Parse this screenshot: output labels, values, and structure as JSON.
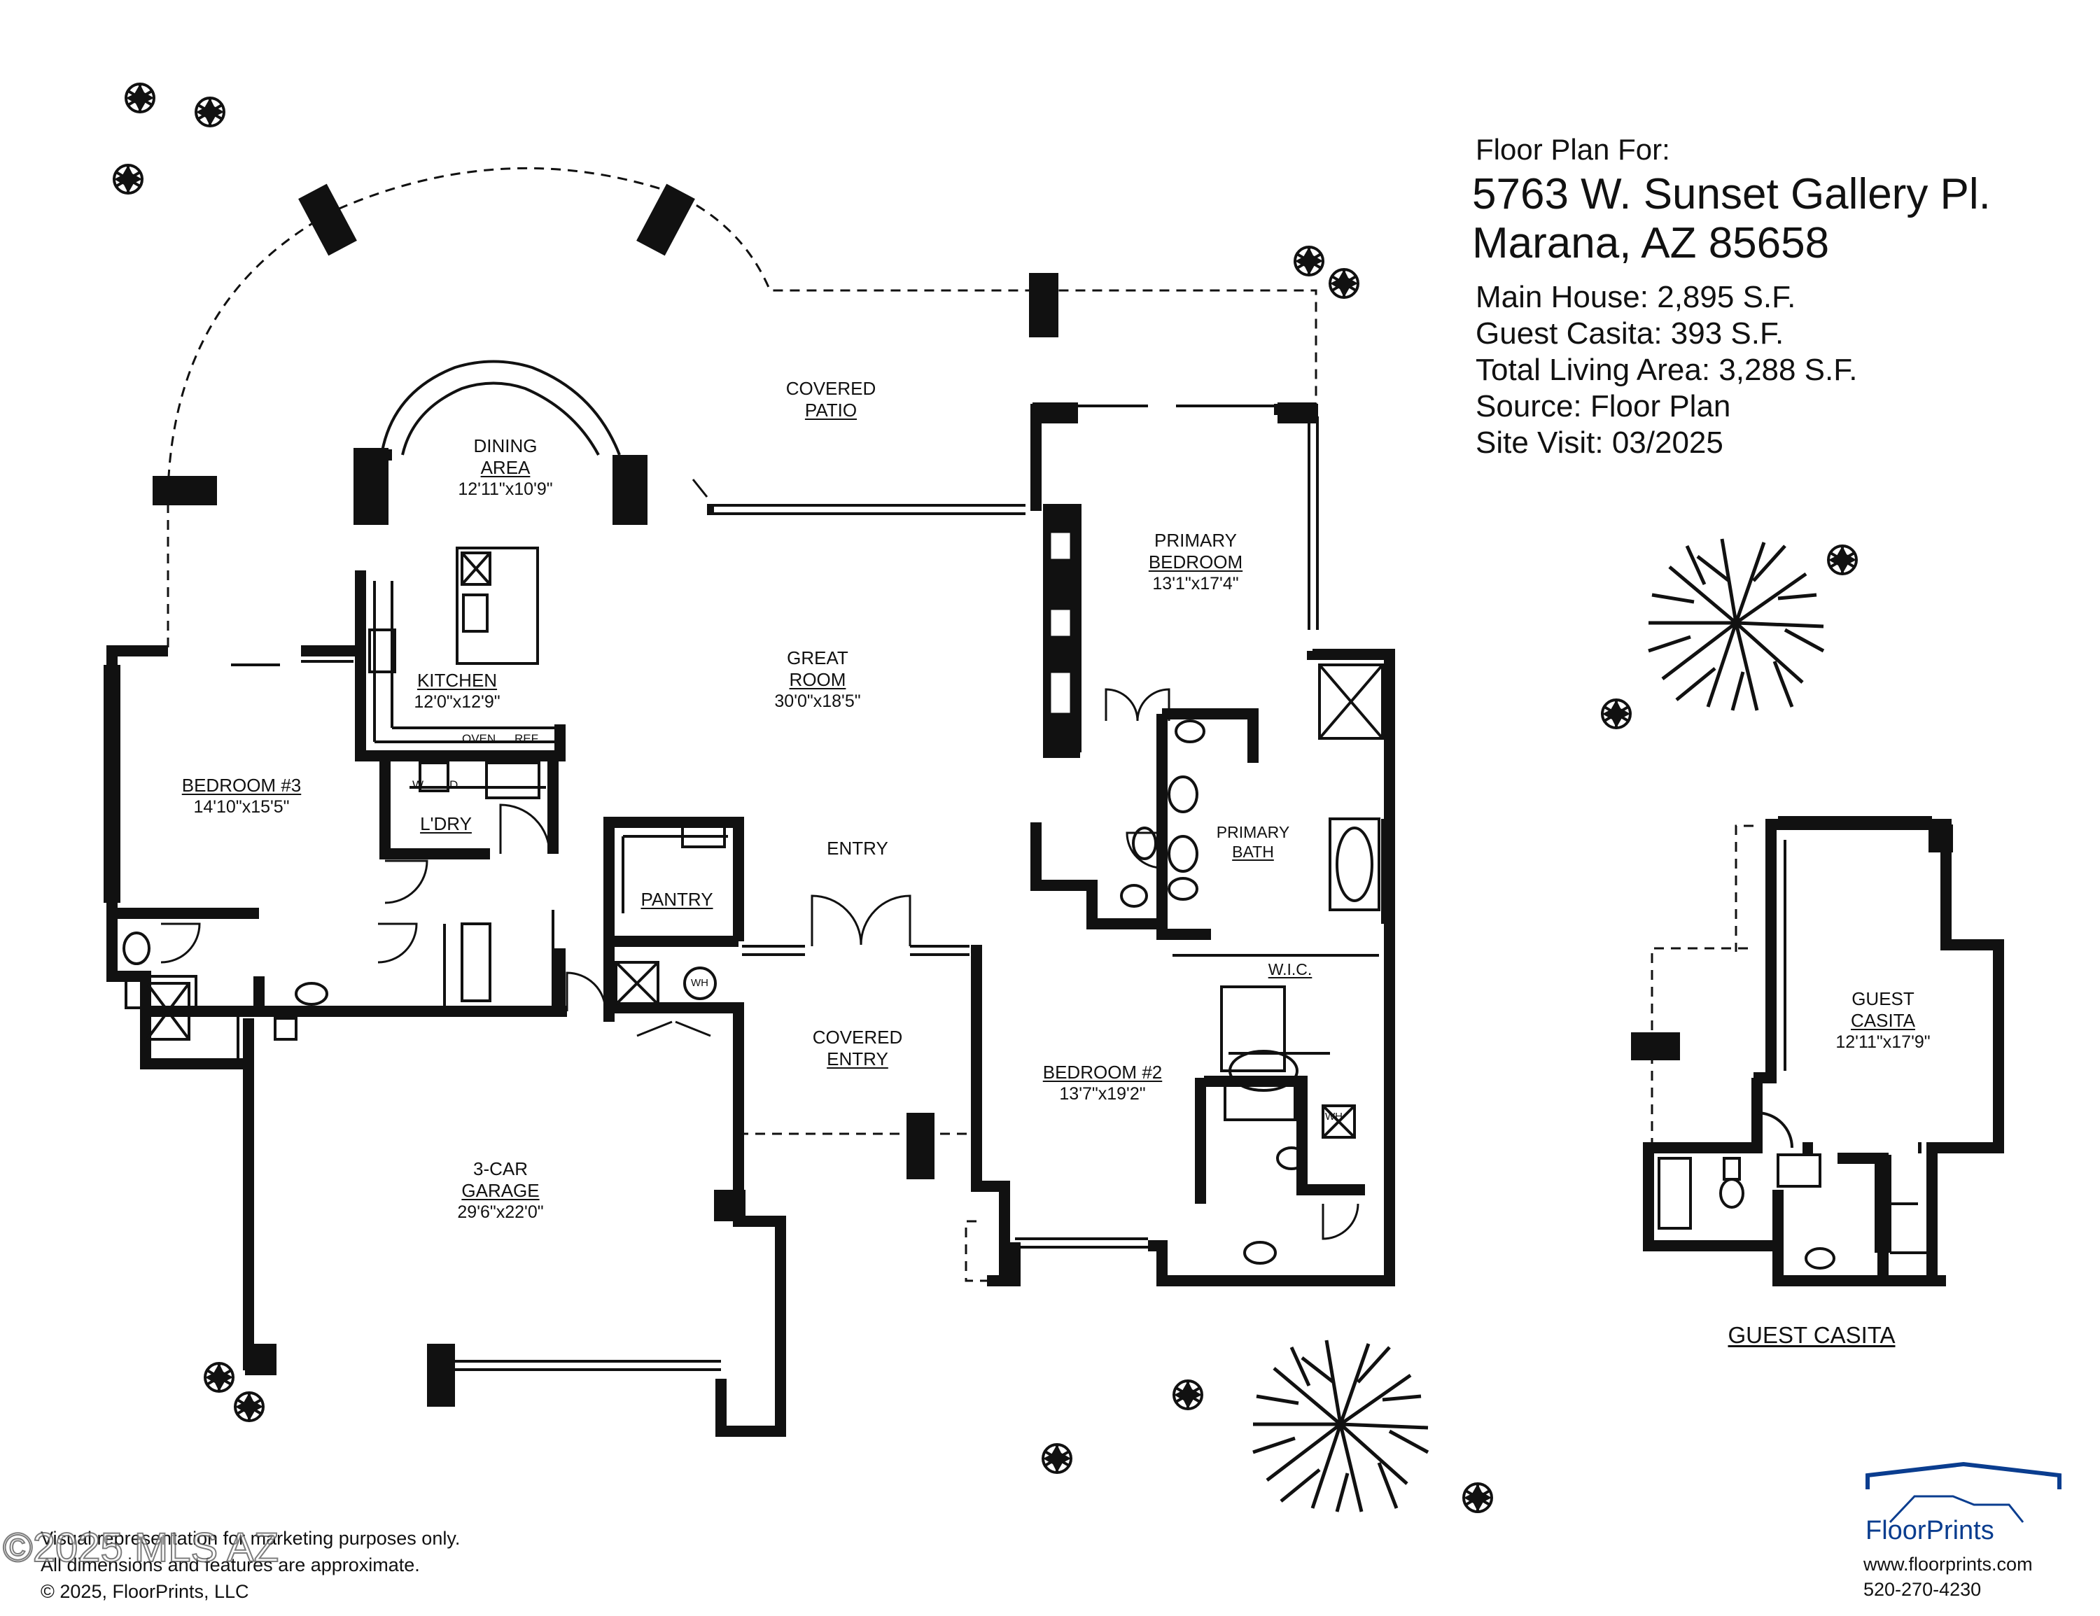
{
  "info": {
    "heading": "Floor Plan For:",
    "address_line1": "5763 W. Sunset Gallery Pl.",
    "address_line2": "Marana, AZ  85658",
    "main_house": "Main House:  2,895 S.F.",
    "guest_casita": "Guest Casita:  393 S.F.",
    "total_living": "Total Living Area:  3,288 S.F.",
    "source": "Source:  Floor Plan",
    "site_visit": "Site Visit:  03/2025"
  },
  "rooms": {
    "covered_patio": {
      "line1": "COVERED",
      "line2": "PATIO"
    },
    "dining": {
      "line1": "DINING",
      "line2": "AREA",
      "dim": "12'11\"x10'9\""
    },
    "primary_bedroom": {
      "line1": "PRIMARY",
      "line2": "BEDROOM",
      "dim": "13'1\"x17'4\""
    },
    "kitchen": {
      "line1": "KITCHEN",
      "dim": "12'0\"x12'9\""
    },
    "great_room": {
      "line1": "GREAT",
      "line2": "ROOM",
      "dim": "30'0\"x18'5\""
    },
    "bedroom3": {
      "line1": "BEDROOM #3",
      "dim": "14'10\"x15'5\""
    },
    "laundry": {
      "line1": "L'DRY"
    },
    "pantry": {
      "line1": "PANTRY"
    },
    "entry": {
      "line1": "ENTRY"
    },
    "primary_bath": {
      "line1": "PRIMARY",
      "line2": "BATH"
    },
    "wic": {
      "line1": "W.I.C."
    },
    "covered_entry": {
      "line1": "COVERED",
      "line2": "ENTRY"
    },
    "bedroom2": {
      "line1": "BEDROOM #2",
      "dim": "13'7\"x19'2\""
    },
    "garage": {
      "line1": "3-CAR",
      "line2": "GARAGE",
      "dim": "29'6\"x22'0\""
    },
    "guest_casita": {
      "line1": "GUEST",
      "line2": "CASITA",
      "dim": "12'11\"x17'9\""
    },
    "guest_casita_caption": "GUEST CASITA"
  },
  "fixtures": {
    "oven": "OVEN",
    "ref": "REF",
    "washer": "W",
    "dryer": "D",
    "water_heater": "WH"
  },
  "footer": {
    "disclaimer1": "Visual representation for marketing purposes only.",
    "disclaimer2": "All dimensions and features are approximate.",
    "copyright": "© 2025, FloorPrints, LLC",
    "watermark": "©2025 MLS AZ"
  },
  "brand": {
    "name": "FloorPrints",
    "website": "www.floorprints.com",
    "phone": "520-270-4230",
    "color": "#0a3d8f"
  }
}
